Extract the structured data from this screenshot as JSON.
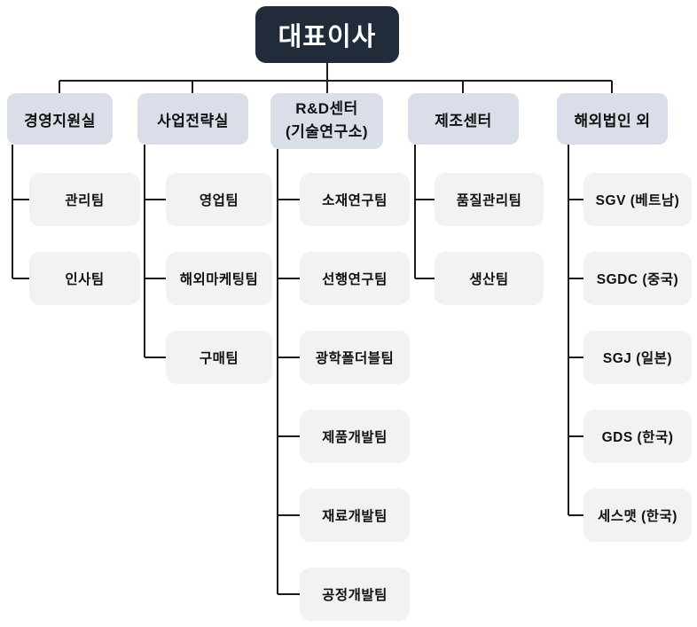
{
  "chart": {
    "title": "organization-chart",
    "ceo": {
      "label": "대표이사"
    },
    "columns": [
      {
        "label": "경영지원실",
        "children": [
          "관리팀",
          "인사팀"
        ]
      },
      {
        "label": "사업전략실",
        "children": [
          "영업팀",
          "해외마케팅팀",
          "구매팀"
        ]
      },
      {
        "label": "R&D센터",
        "label2": "(기술연구소)",
        "children": [
          "소재연구팀",
          "선행연구팀",
          "광학폴더블팀",
          "제품개발팀",
          "재료개발팀",
          "공정개발팀"
        ]
      },
      {
        "label": "제조센터",
        "children": [
          "품질관리팀",
          "생산팀"
        ]
      },
      {
        "label": "해외법인 외",
        "children": [
          "SGV (베트남)",
          "SGDC (중국)",
          "SGJ (일본)",
          "GDS (한국)",
          "세스맷 (한국)"
        ]
      }
    ],
    "colors": {
      "ceo_bg": "#212b3a",
      "ceo_text": "#ffffff",
      "dept_bg": "#d9dee8",
      "team_bg": "#f2f2f3",
      "line": "#1b1b1b",
      "text": "#111111"
    }
  }
}
